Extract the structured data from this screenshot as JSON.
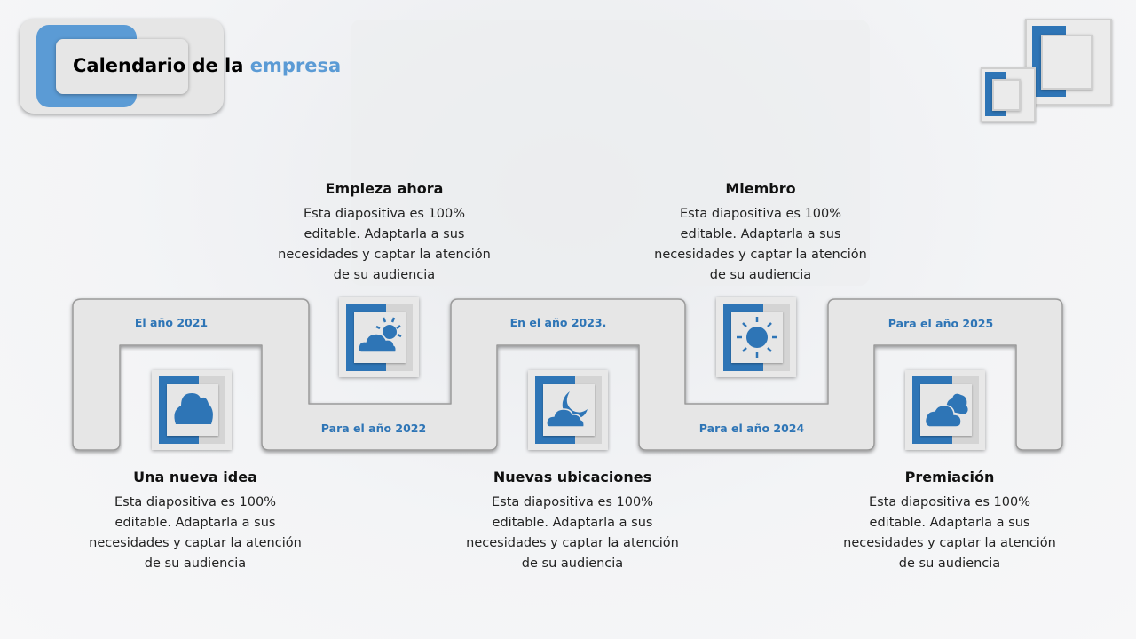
{
  "header": {
    "title_main": "Calendario de la",
    "title_accent": "empresa"
  },
  "years": [
    "El año 2021",
    "Para el año 2022",
    "En el año 2023.",
    "Para el año 2024",
    "Para el año 2025"
  ],
  "milestones": [
    {
      "title": "Una nueva idea",
      "text": "Esta diapositiva es 100% editable. Adaptarla a sus necesidades y captar la atención de su audiencia",
      "icon": "cloud-icon"
    },
    {
      "title": "Empieza ahora",
      "text": "Esta diapositiva es 100% editable. Adaptarla a sus necesidades y captar la atención de su audiencia",
      "icon": "partly-sunny-icon"
    },
    {
      "title": "Nuevas ubicaciones",
      "text": "Esta diapositiva es 100% editable. Adaptarla a sus necesidades y captar la atención de su audiencia",
      "icon": "night-cloud-icon"
    },
    {
      "title": "Miembro",
      "text": "Esta diapositiva es 100% editable. Adaptarla a sus necesidades y captar la atención de su audiencia",
      "icon": "sun-icon"
    },
    {
      "title": "Premiación",
      "text": "Esta diapositiva es 100% editable. Adaptarla a sus necesidades y captar la atención de su audiencia",
      "icon": "clouds-icon"
    }
  ],
  "colors": {
    "accent": "#2e75b6",
    "title_accent": "#5b9bd5",
    "band": "#e6e6e6"
  }
}
